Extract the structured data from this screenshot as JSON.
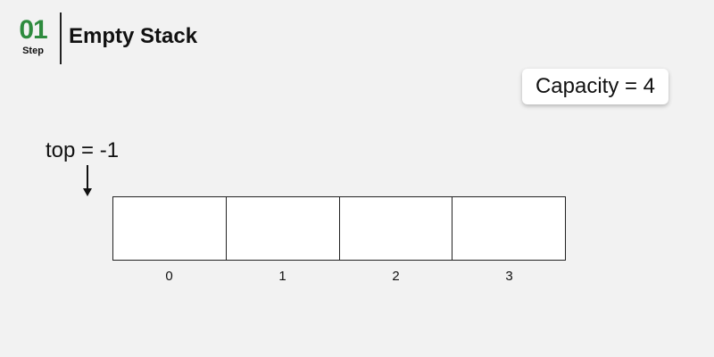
{
  "header": {
    "step_number": "01",
    "step_word": "Step",
    "title": "Empty Stack",
    "accent_color": "#2e8b3e"
  },
  "capacity_badge": {
    "text": "Capacity = 4"
  },
  "pointer": {
    "label": "top = -1",
    "arrow_icon": "down-arrow-icon"
  },
  "stack": {
    "cells": [
      "",
      "",
      "",
      ""
    ],
    "indices": [
      "0",
      "1",
      "2",
      "3"
    ]
  }
}
